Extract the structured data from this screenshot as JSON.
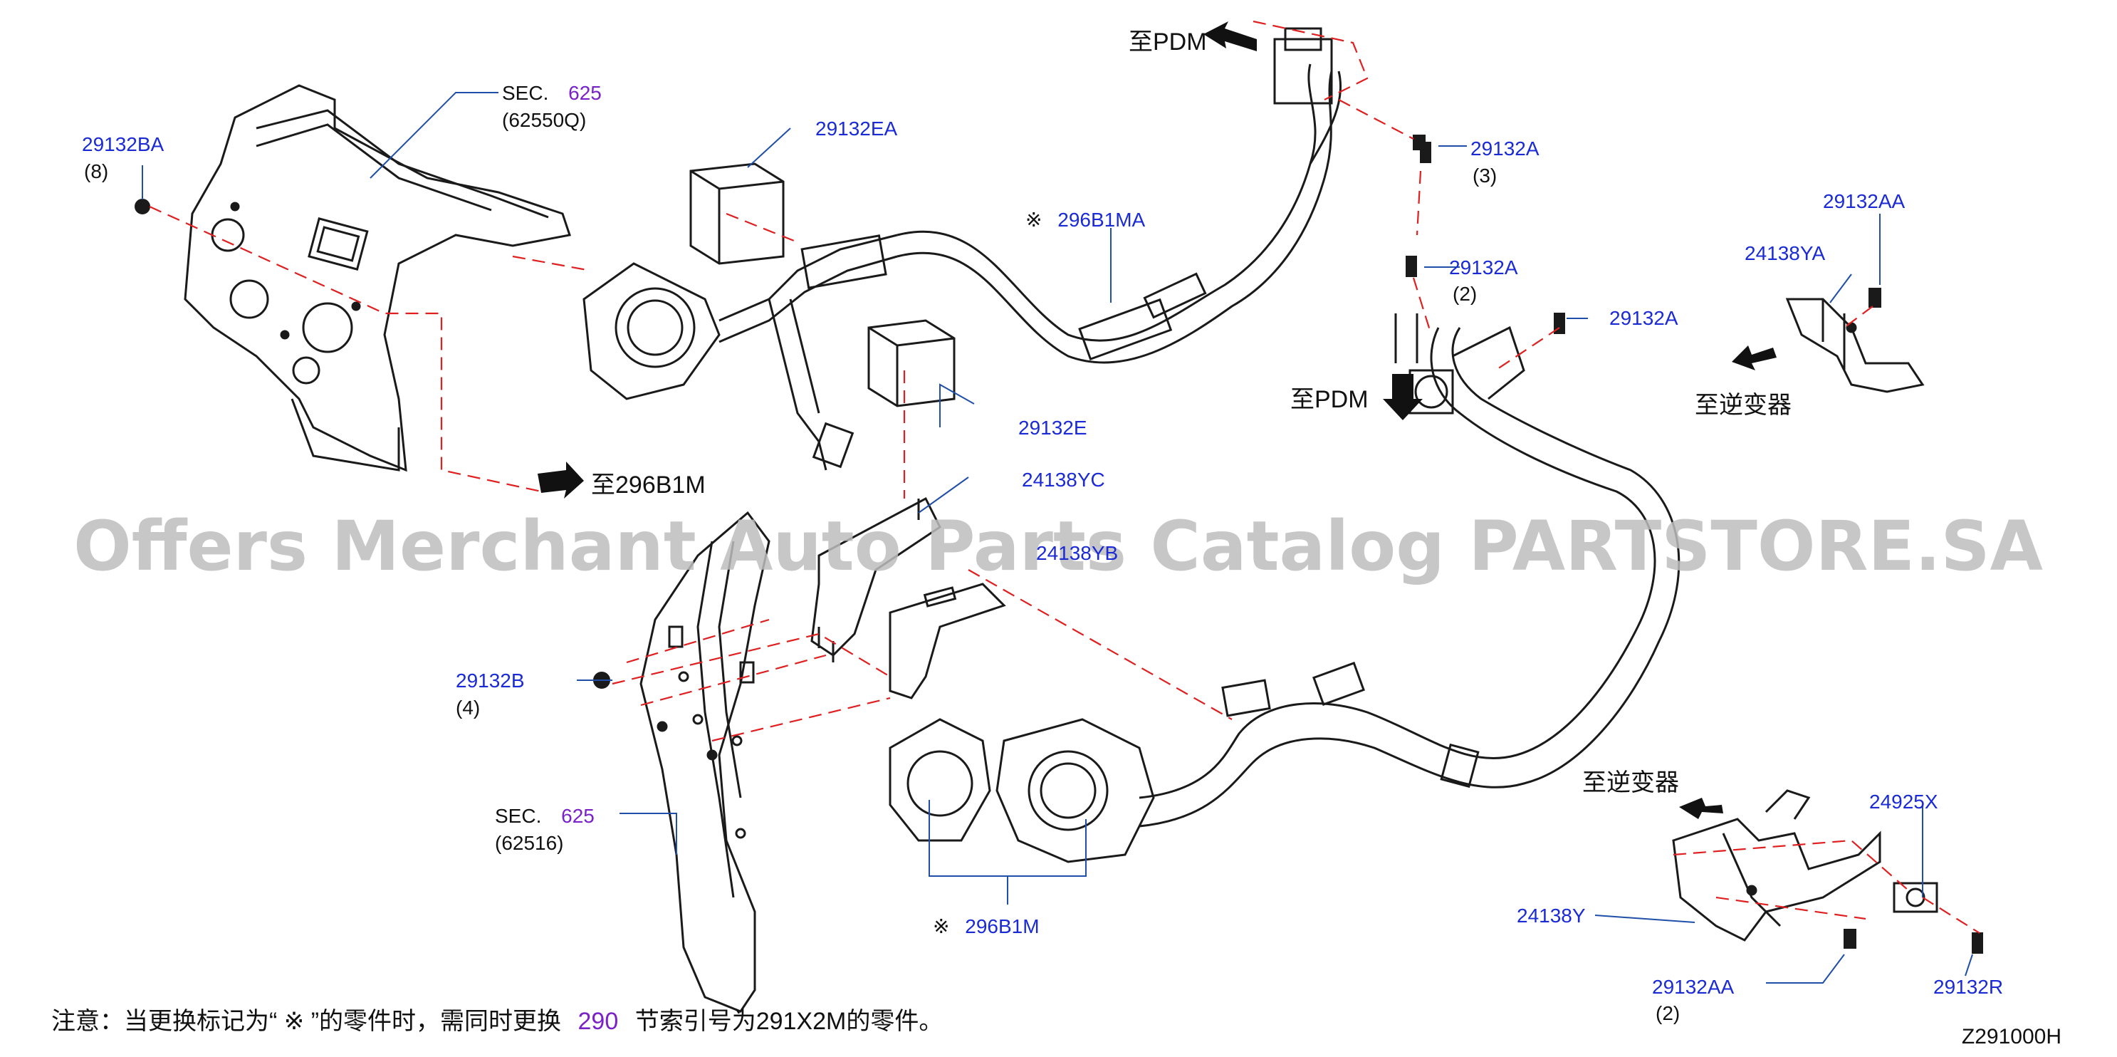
{
  "watermark": "Offers Merchant Auto Parts Catalog PARTSTORE.SA",
  "diagram_id": "Z291000H",
  "note": {
    "prefix": "注意：当更换标记为“",
    "mark": "※",
    "middle": "”的零件时，需同时更换",
    "section": "290",
    "suffix": "节索引号为291X2M的零件。"
  },
  "directions": {
    "to_pdm_top": "至PDM",
    "to_pdm_mid": "至PDM",
    "to_296b1m": "至296B1M",
    "to_inverter_top": "至逆变器",
    "to_inverter_bottom": "至逆变器"
  },
  "sections": [
    {
      "prefix": "SEC.",
      "number": "625",
      "code": "(62550Q)"
    },
    {
      "prefix": "SEC.",
      "number": "625",
      "code": "(62516)"
    }
  ],
  "parts": {
    "p29132BA": {
      "code": "29132BA",
      "qty": "(8)"
    },
    "p29132EA": {
      "code": "29132EA"
    },
    "p296B1MA": {
      "mark": "※",
      "code": "296B1MA"
    },
    "p29132A_top": {
      "code": "29132A",
      "qty": "(3)"
    },
    "p29132A_mid": {
      "code": "29132A",
      "qty": "(2)"
    },
    "p29132A_right": {
      "code": "29132A"
    },
    "p29132AA_top": {
      "code": "29132AA"
    },
    "p24138YA": {
      "code": "24138YA"
    },
    "p29132E": {
      "code": "29132E"
    },
    "p24138YC": {
      "code": "24138YC"
    },
    "p24138YB": {
      "code": "24138YB"
    },
    "p29132B": {
      "code": "29132B",
      "qty": "(4)"
    },
    "p296B1M": {
      "mark": "※",
      "code": "296B1M"
    },
    "p24925X": {
      "code": "24925X"
    },
    "p24138Y": {
      "code": "24138Y"
    },
    "p29132AA_bottom": {
      "code": "29132AA",
      "qty": "(2)"
    },
    "p29132R": {
      "code": "29132R"
    }
  },
  "colors": {
    "part_code": "#1a2bd6",
    "section_number": "#7a22c8",
    "leader": "#1f4fa8",
    "dash": "#e02020",
    "drawing": "#1a1a1a",
    "watermark": "#bdbdbd"
  }
}
